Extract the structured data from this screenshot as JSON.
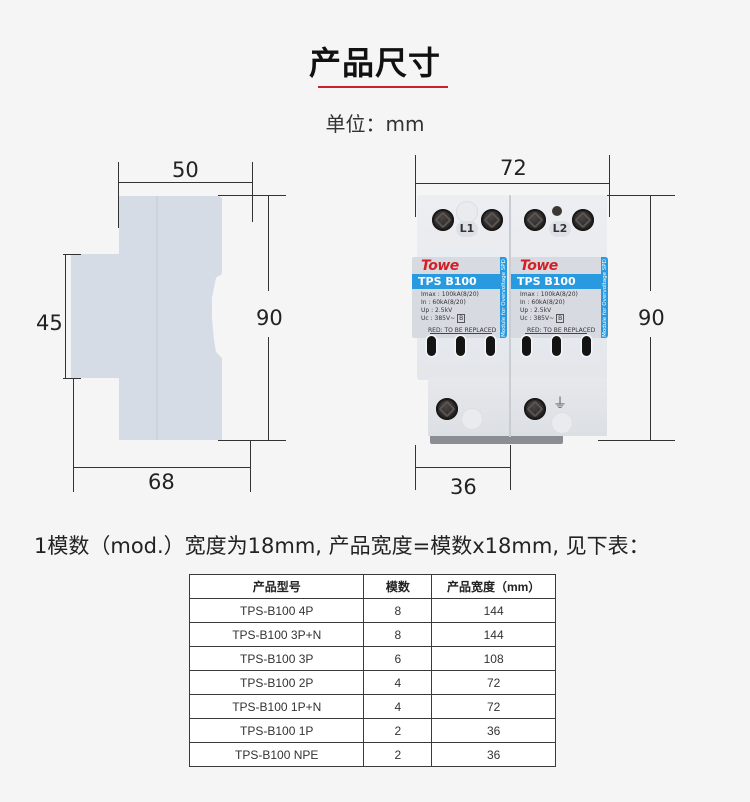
{
  "header": {
    "title": "产品尺寸",
    "accent_color": "#c8232c",
    "unit_label": "单位：mm"
  },
  "side_view": {
    "dimensions": {
      "top_width": "50",
      "left_height": "45",
      "right_height": "90",
      "bottom_width": "68"
    },
    "body_color": "#d6dce6"
  },
  "front_view": {
    "dimensions": {
      "top_width": "72",
      "right_height": "90",
      "bottom_width": "36"
    },
    "modules": [
      {
        "phase": "L1",
        "brand": "Towe",
        "model": "TPS B100",
        "specs": [
          {
            "key": "Imax",
            "value": "100kA(8/20)"
          },
          {
            "key": "In",
            "value": "60kA(8/20)"
          },
          {
            "key": "Up",
            "value": "2.5kV"
          },
          {
            "key": "Uc",
            "value": "385V~"
          }
        ],
        "class_badge": "B",
        "side_text": "Module for Overvoltage SPD",
        "replace_text": "RED: TO BE REPLACED",
        "ground_symbol": ""
      },
      {
        "phase": "L2",
        "brand": "Towe",
        "model": "TPS B100",
        "specs": [
          {
            "key": "Imax",
            "value": "100kA(8/20)"
          },
          {
            "key": "In",
            "value": "60kA(8/20)"
          },
          {
            "key": "Up",
            "value": "2.5kV"
          },
          {
            "key": "Uc",
            "value": "385V~"
          }
        ],
        "class_badge": "B",
        "side_text": "Module for Overvoltage SPD",
        "replace_text": "RED: TO BE REPLACED",
        "ground_symbol": "⏚"
      }
    ],
    "brand_color": "#d32027",
    "label_blue": "#2a9ae0"
  },
  "caption": "1模数（mod.）宽度为18mm, 产品宽度=模数x18mm, 见下表：",
  "table": {
    "headers": [
      "产品型号",
      "模数",
      "产品宽度（mm）"
    ],
    "rows": [
      [
        "TPS-B100 4P",
        "8",
        "144"
      ],
      [
        "TPS-B100 3P+N",
        "8",
        "144"
      ],
      [
        "TPS-B100 3P",
        "6",
        "108"
      ],
      [
        "TPS-B100 2P",
        "4",
        "72"
      ],
      [
        "TPS-B100 1P+N",
        "4",
        "72"
      ],
      [
        "TPS-B100 1P",
        "2",
        "36"
      ],
      [
        "TPS-B100 NPE",
        "2",
        "36"
      ]
    ]
  }
}
